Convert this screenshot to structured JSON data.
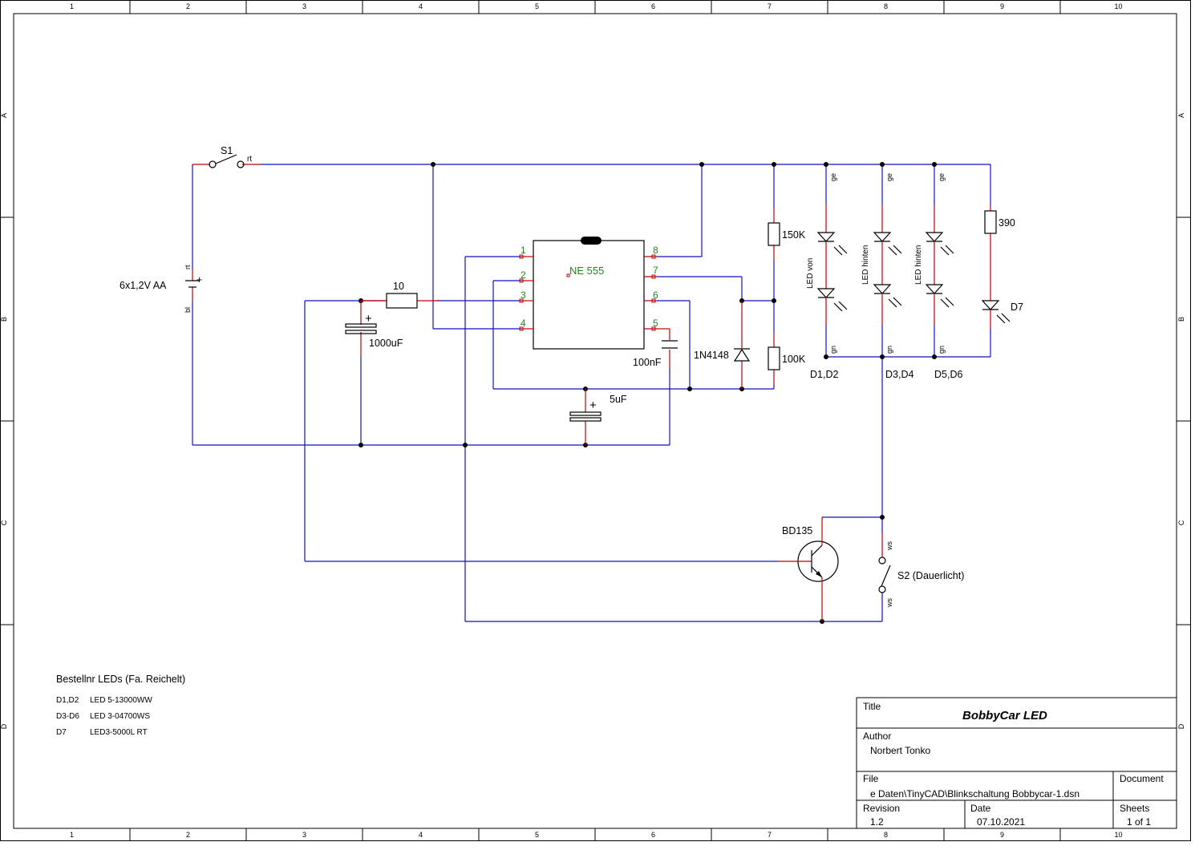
{
  "frame": {
    "columns": [
      "1",
      "2",
      "3",
      "4",
      "5",
      "6",
      "7",
      "8",
      "9",
      "10"
    ],
    "rows": [
      "A",
      "B",
      "C",
      "D"
    ]
  },
  "components": {
    "switch_s1": {
      "ref": "S1",
      "pin": "rt"
    },
    "battery": {
      "value": "6x1,2V AA",
      "plus": "+",
      "pin_top": "rt",
      "pin_bottom": "bl"
    },
    "resistor_10": {
      "value": "10"
    },
    "cap_1000uf": {
      "value": "1000uF",
      "plus": "+"
    },
    "ic": {
      "name": "NE 555",
      "pins": [
        "1",
        "2",
        "3",
        "4",
        "8",
        "7",
        "6",
        "5"
      ]
    },
    "cap_100nf": {
      "value": "100nF"
    },
    "cap_5uf": {
      "value": "5uF",
      "plus": "+"
    },
    "diode_1n4148": {
      "value": "1N4148"
    },
    "resistor_150k": {
      "value": "150K"
    },
    "resistor_100k": {
      "value": "100K"
    },
    "resistor_390": {
      "value": "390"
    },
    "led_group_1": {
      "label": "LED von",
      "ref": "D1,D2",
      "pin_top": "ge",
      "pin_bottom": "gn"
    },
    "led_group_2": {
      "label": "LED hinten",
      "ref": "D3,D4",
      "pin_top": "ge",
      "pin_bottom": "gn"
    },
    "led_group_3": {
      "label": "LED hinten",
      "ref": "D5,D6",
      "pin_top": "ge",
      "pin_bottom": "gn"
    },
    "led_d7": {
      "ref": "D7"
    },
    "transistor": {
      "ref": "BD135"
    },
    "switch_s2": {
      "ref": "S2 (Dauerlicht)",
      "pin_top": "ws",
      "pin_bottom": "ws"
    }
  },
  "notes": {
    "heading": "Bestellnr LEDs (Fa. Reichelt)",
    "rows": [
      {
        "ref": "D1,D2",
        "part": "LED 5-13000WW"
      },
      {
        "ref": "D3-D6",
        "part": "LED 3-04700WS"
      },
      {
        "ref": "D7",
        "part": "LED3-5000L RT"
      }
    ]
  },
  "title_block": {
    "title_label": "Title",
    "title": "BobbyCar LED",
    "author_label": "Author",
    "author": "Norbert Tonko",
    "file_label": "File",
    "file": "e Daten\\TinyCAD\\Blinkschaltung Bobbycar-1.dsn",
    "document_label": "Document",
    "revision_label": "Revision",
    "revision": "1.2",
    "date_label": "Date",
    "date": "07.10.2021",
    "sheets_label": "Sheets",
    "sheets": "1 of 1"
  }
}
